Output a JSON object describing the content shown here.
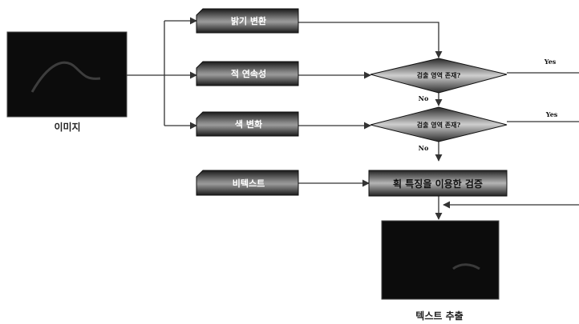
{
  "nodes": {
    "input_image_caption": "이미지",
    "proc_1": "밝기 변환",
    "proc_2": "적 연속성",
    "proc_3": "색 변화",
    "proc_4": "비텍스트",
    "decision_1": "검출 영역 존재?",
    "decision_2": "검출 영역 존재?",
    "verify": "획 특징을 이용한 검증",
    "output_caption": "텍스트 추출"
  },
  "edges": {
    "yes_1": "Yes",
    "yes_2": "Yes",
    "no_1": "No",
    "no_2": "No"
  }
}
